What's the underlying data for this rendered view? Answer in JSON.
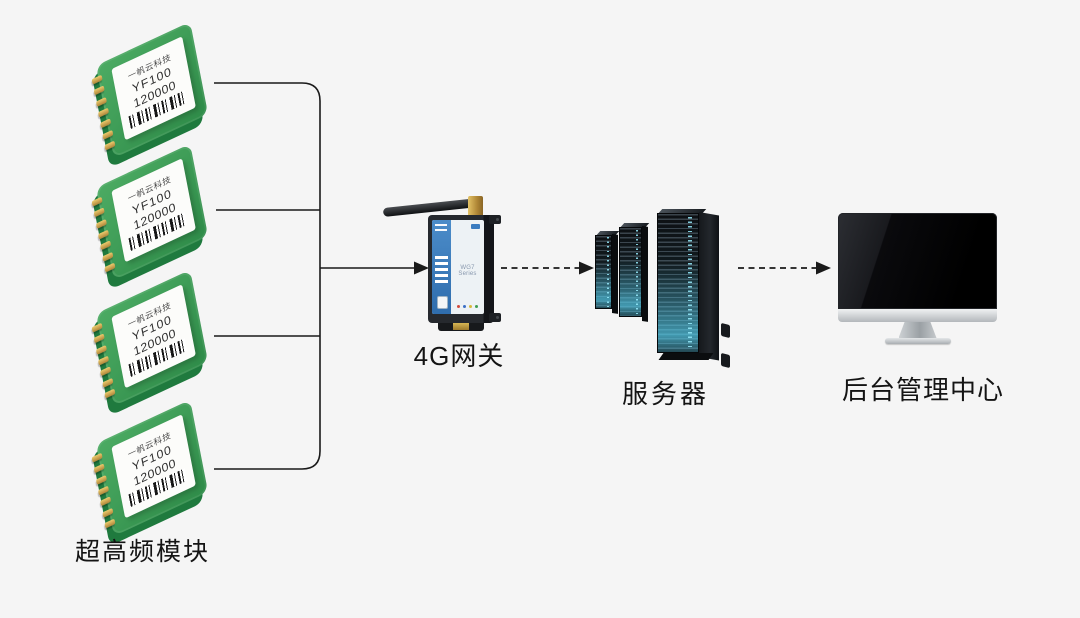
{
  "page": {
    "background_color": "#f5f5f5",
    "type": "system-architecture-diagram"
  },
  "modules": {
    "caption": "超高频模块",
    "count": 4,
    "label": {
      "company": "一帆云科技",
      "model": "YF100",
      "serial": "120000"
    },
    "colors": {
      "pcb_green": "#3b9a53",
      "pcb_edge_green": "#1f7a3e",
      "pin_gold": "#c89b44",
      "label_white": "#fcfcfa"
    }
  },
  "gateway": {
    "caption": "4G网关",
    "panel_text": "WG7 Series",
    "colors": {
      "body_black": "#26292e",
      "stripe_blue": "#3a7cc0",
      "panel_white": "#edf2f5",
      "connector_gold": "#c7a340"
    }
  },
  "server": {
    "caption": "服务器",
    "tower_count": 3,
    "colors": {
      "body_black": "#0d1013",
      "glow_cyan": "#56cdeb"
    }
  },
  "management": {
    "caption": "后台管理中心",
    "colors": {
      "screen_black": "#0a0a0d",
      "stand_silver": "#c0c4c8"
    }
  },
  "connections": [
    {
      "from": "uhf-modules",
      "to": "4g-gateway",
      "style": "solid-arrow"
    },
    {
      "from": "4g-gateway",
      "to": "server",
      "style": "dashed-arrow"
    },
    {
      "from": "server",
      "to": "management-center",
      "style": "dashed-arrow"
    }
  ],
  "line_color": "#1a1a1a"
}
